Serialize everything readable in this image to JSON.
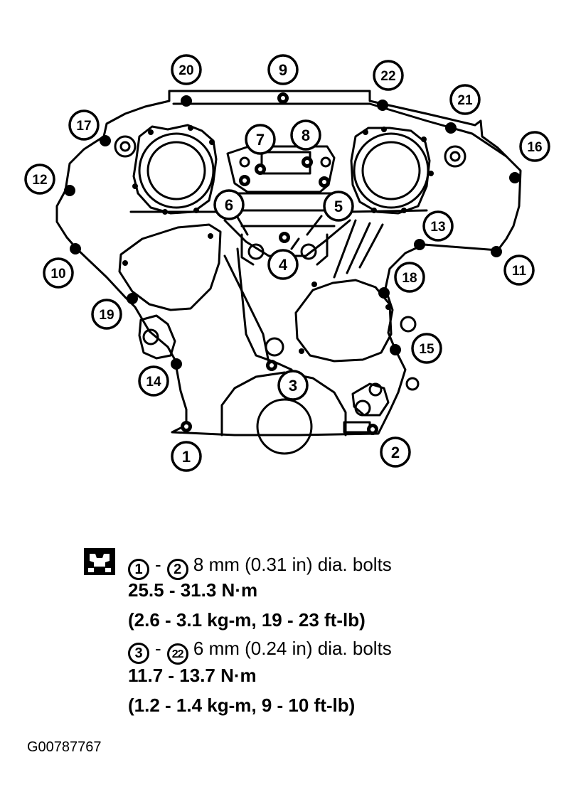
{
  "diagram": {
    "callouts": [
      {
        "id": "1",
        "label": "1"
      },
      {
        "id": "2",
        "label": "2"
      },
      {
        "id": "3",
        "label": "3"
      },
      {
        "id": "4",
        "label": "4"
      },
      {
        "id": "5",
        "label": "5"
      },
      {
        "id": "6",
        "label": "6"
      },
      {
        "id": "7",
        "label": "7"
      },
      {
        "id": "8",
        "label": "8"
      },
      {
        "id": "9",
        "label": "9"
      },
      {
        "id": "10",
        "label": "10"
      },
      {
        "id": "11",
        "label": "11"
      },
      {
        "id": "12",
        "label": "12"
      },
      {
        "id": "13",
        "label": "13"
      },
      {
        "id": "14",
        "label": "14"
      },
      {
        "id": "15",
        "label": "15"
      },
      {
        "id": "16",
        "label": "16"
      },
      {
        "id": "17",
        "label": "17"
      },
      {
        "id": "18",
        "label": "18"
      },
      {
        "id": "19",
        "label": "19"
      },
      {
        "id": "20",
        "label": "20"
      },
      {
        "id": "21",
        "label": "21"
      },
      {
        "id": "22",
        "label": "22"
      }
    ]
  },
  "spec": {
    "group1": {
      "from": "1",
      "to": "2",
      "dash": "-",
      "desc": "8 mm (0.31 in) dia. bolts",
      "torque_nm": "25.5 - 31.3 N·m",
      "torque_alt": "(2.6 - 3.1 kg-m, 19 - 23 ft-lb)"
    },
    "group2": {
      "from": "3",
      "to": "22",
      "dash": "-",
      "desc": "6 mm (0.24 in) dia. bolts",
      "torque_nm": "11.7 - 13.7 N·m",
      "torque_alt": "(1.2 - 1.4 kg-m, 9 - 10 ft-lb)"
    }
  },
  "figure_id": "G00787767"
}
